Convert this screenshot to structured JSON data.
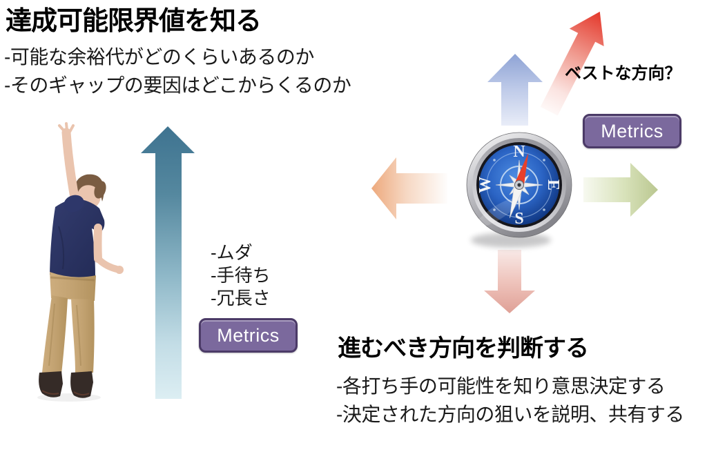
{
  "left": {
    "title": "達成可能限界値を知る",
    "bullets": [
      "-可能な余裕代がどのくらいあるのか",
      "-そのギャップの要因はどこからくるのか"
    ],
    "gap_items": [
      "-ムダ",
      "-手待ち",
      "-冗長さ"
    ],
    "metrics_badge": "Metrics"
  },
  "right": {
    "question": "ベストな方向？",
    "metrics_badge": "Metrics",
    "title": "進むべき方向を判断する",
    "bullets": [
      "-各打ち手の可能性を知り意思決定する",
      "-決定された方向の狙いを説明、共有する"
    ],
    "compass": {
      "n": "N",
      "e": "E",
      "s": "S",
      "w": "W"
    }
  },
  "colors": {
    "metrics_purple": "#7b699d",
    "metrics_border": "#4b3a67",
    "teal_arrow_top": "#3e7390",
    "blue_arrow_top": "#8ea3d5",
    "red_arrow_tip": "#e4382c",
    "orange_arrow_tip": "#eda97c",
    "green_arrow_tip": "#bac790",
    "pink_arrow_tip": "#dfa096",
    "text": "#111111"
  }
}
